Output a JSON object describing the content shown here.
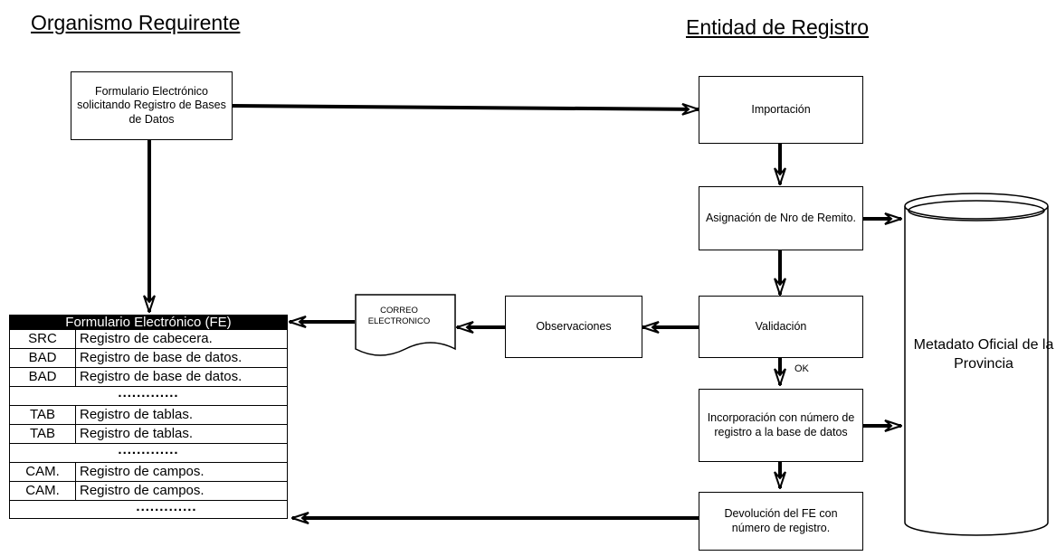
{
  "headings": {
    "left": "Organismo Requirente",
    "right": "Entidad de Registro"
  },
  "boxes": {
    "formulario_solicitud": "Formulario Electrónico solicitando Registro de Bases de Datos",
    "importacion": "Importación",
    "asignacion": "Asignación de Nro de Remito.",
    "observaciones": "Observaciones",
    "validacion": "Validación",
    "incorporacion": "Incorporación con número de registro a la base de datos",
    "devolucion": "Devolución del FE con número de registro."
  },
  "correo": "CORREO ELECTRONICO",
  "metadato": "Metadato Oficial de la Provincia",
  "ok_label": "OK",
  "fe_table": {
    "title": "Formulario Electrónico (FE)",
    "rows": [
      {
        "code": "SRC",
        "desc": "Registro de cabecera."
      },
      {
        "code": "BAD",
        "desc": "Registro de base de datos."
      },
      {
        "code": "BAD",
        "desc": "Registro de base de datos."
      },
      {
        "code": "TAB",
        "desc": "Registro de tablas."
      },
      {
        "code": "TAB",
        "desc": "Registro de tablas."
      },
      {
        "code": "CAM.",
        "desc": "Registro de campos."
      },
      {
        "code": "CAM.",
        "desc": "Registro de campos."
      }
    ],
    "ellipsis": "............."
  }
}
